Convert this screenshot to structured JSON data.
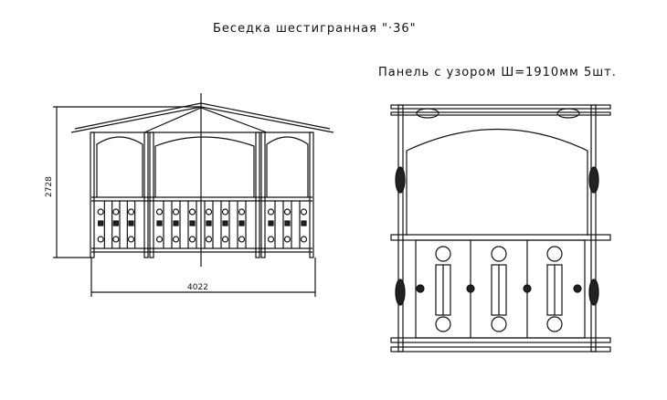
{
  "title": "Беседка шестигранная \"·36\"",
  "panel_caption": "Панель с узором Ш=1910мм 5шт.",
  "dimensions": {
    "height": "2728",
    "width": "4022"
  }
}
